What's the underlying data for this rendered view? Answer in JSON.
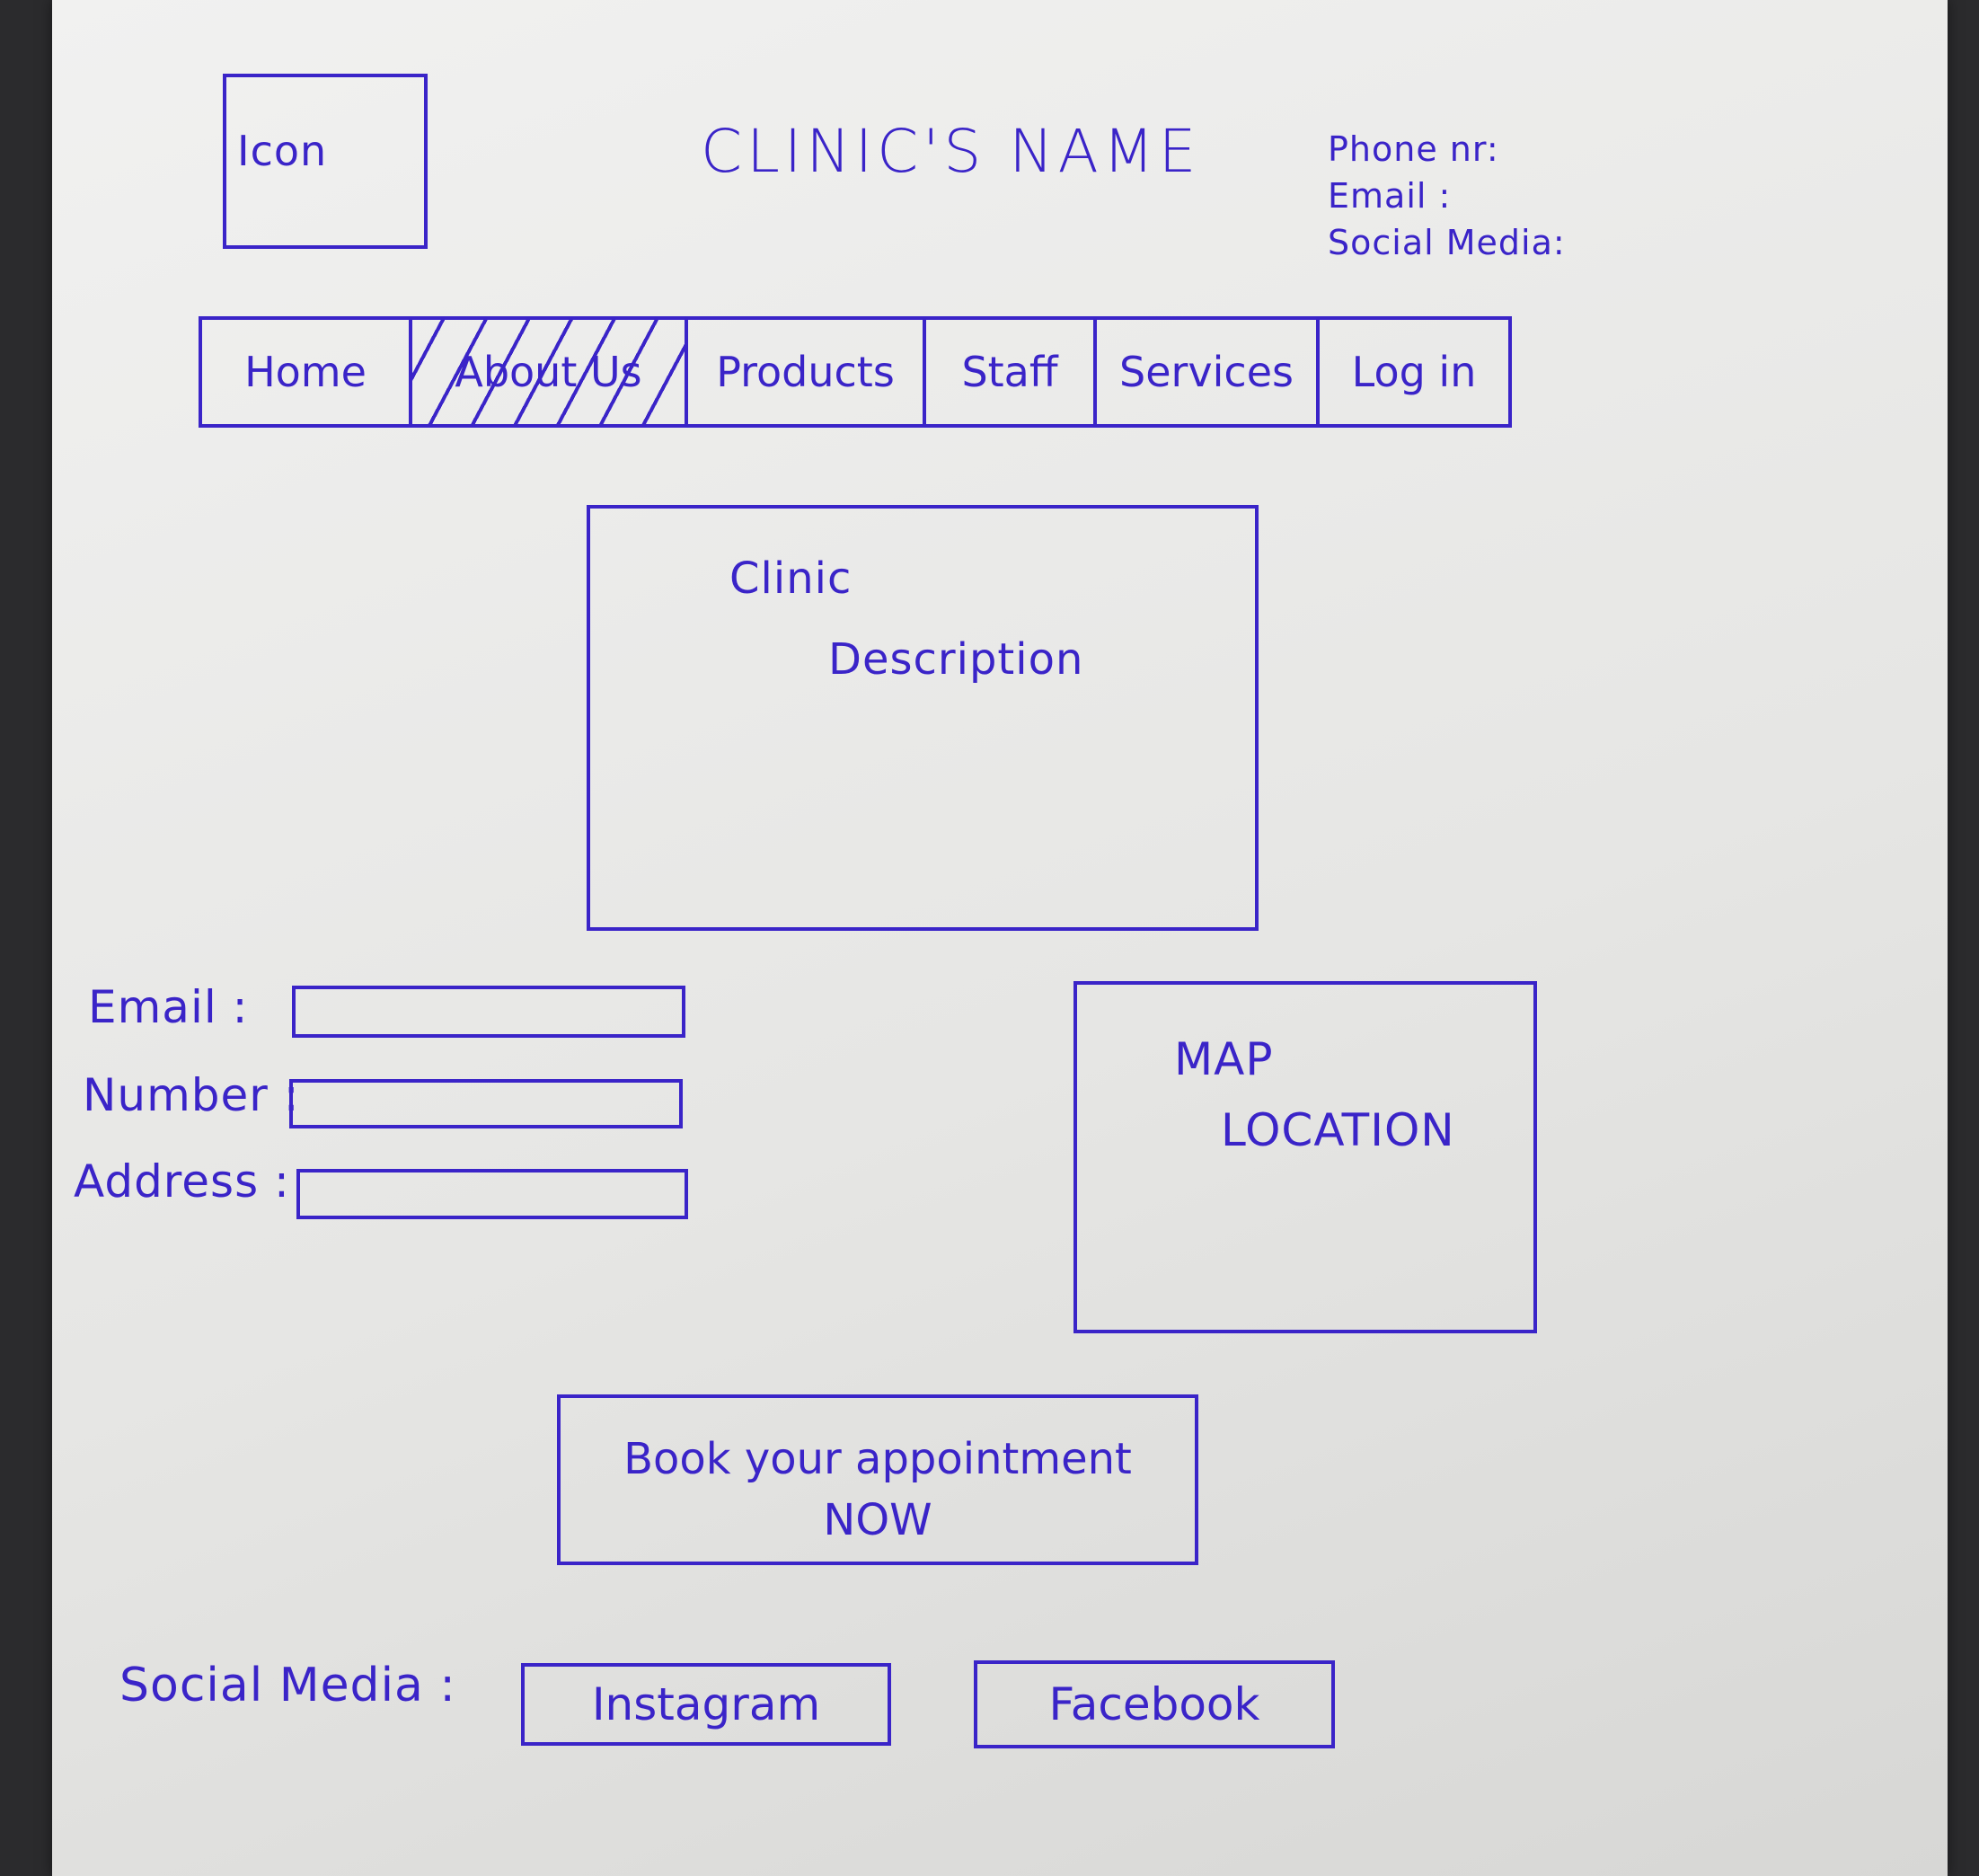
{
  "header": {
    "icon_label": "Icon",
    "clinic_name": "CLINIC'S NAME",
    "contact": {
      "phone_label": "Phone nr:",
      "email_label": "Email :",
      "social_label": "Social Media:"
    }
  },
  "nav": {
    "items": [
      {
        "label": "Home"
      },
      {
        "label": "About Us"
      },
      {
        "label": "Products"
      },
      {
        "label": "Staff"
      },
      {
        "label": "Services"
      },
      {
        "label": "Log in"
      }
    ]
  },
  "description": {
    "line1": "Clinic",
    "line2": "Description"
  },
  "form": {
    "email_label": "Email :",
    "number_label": "Number :",
    "address_label": "Address :"
  },
  "map": {
    "line1": "MAP",
    "line2": "LOCATION"
  },
  "book": {
    "line1": "Book your appointment",
    "line2": "NOW"
  },
  "social": {
    "label": "Social Media :",
    "instagram": "Instagram",
    "facebook": "Facebook"
  },
  "colors": {
    "ink": "#3a24c8",
    "paper": "#eaeae8",
    "background": "#2b2b2d"
  }
}
